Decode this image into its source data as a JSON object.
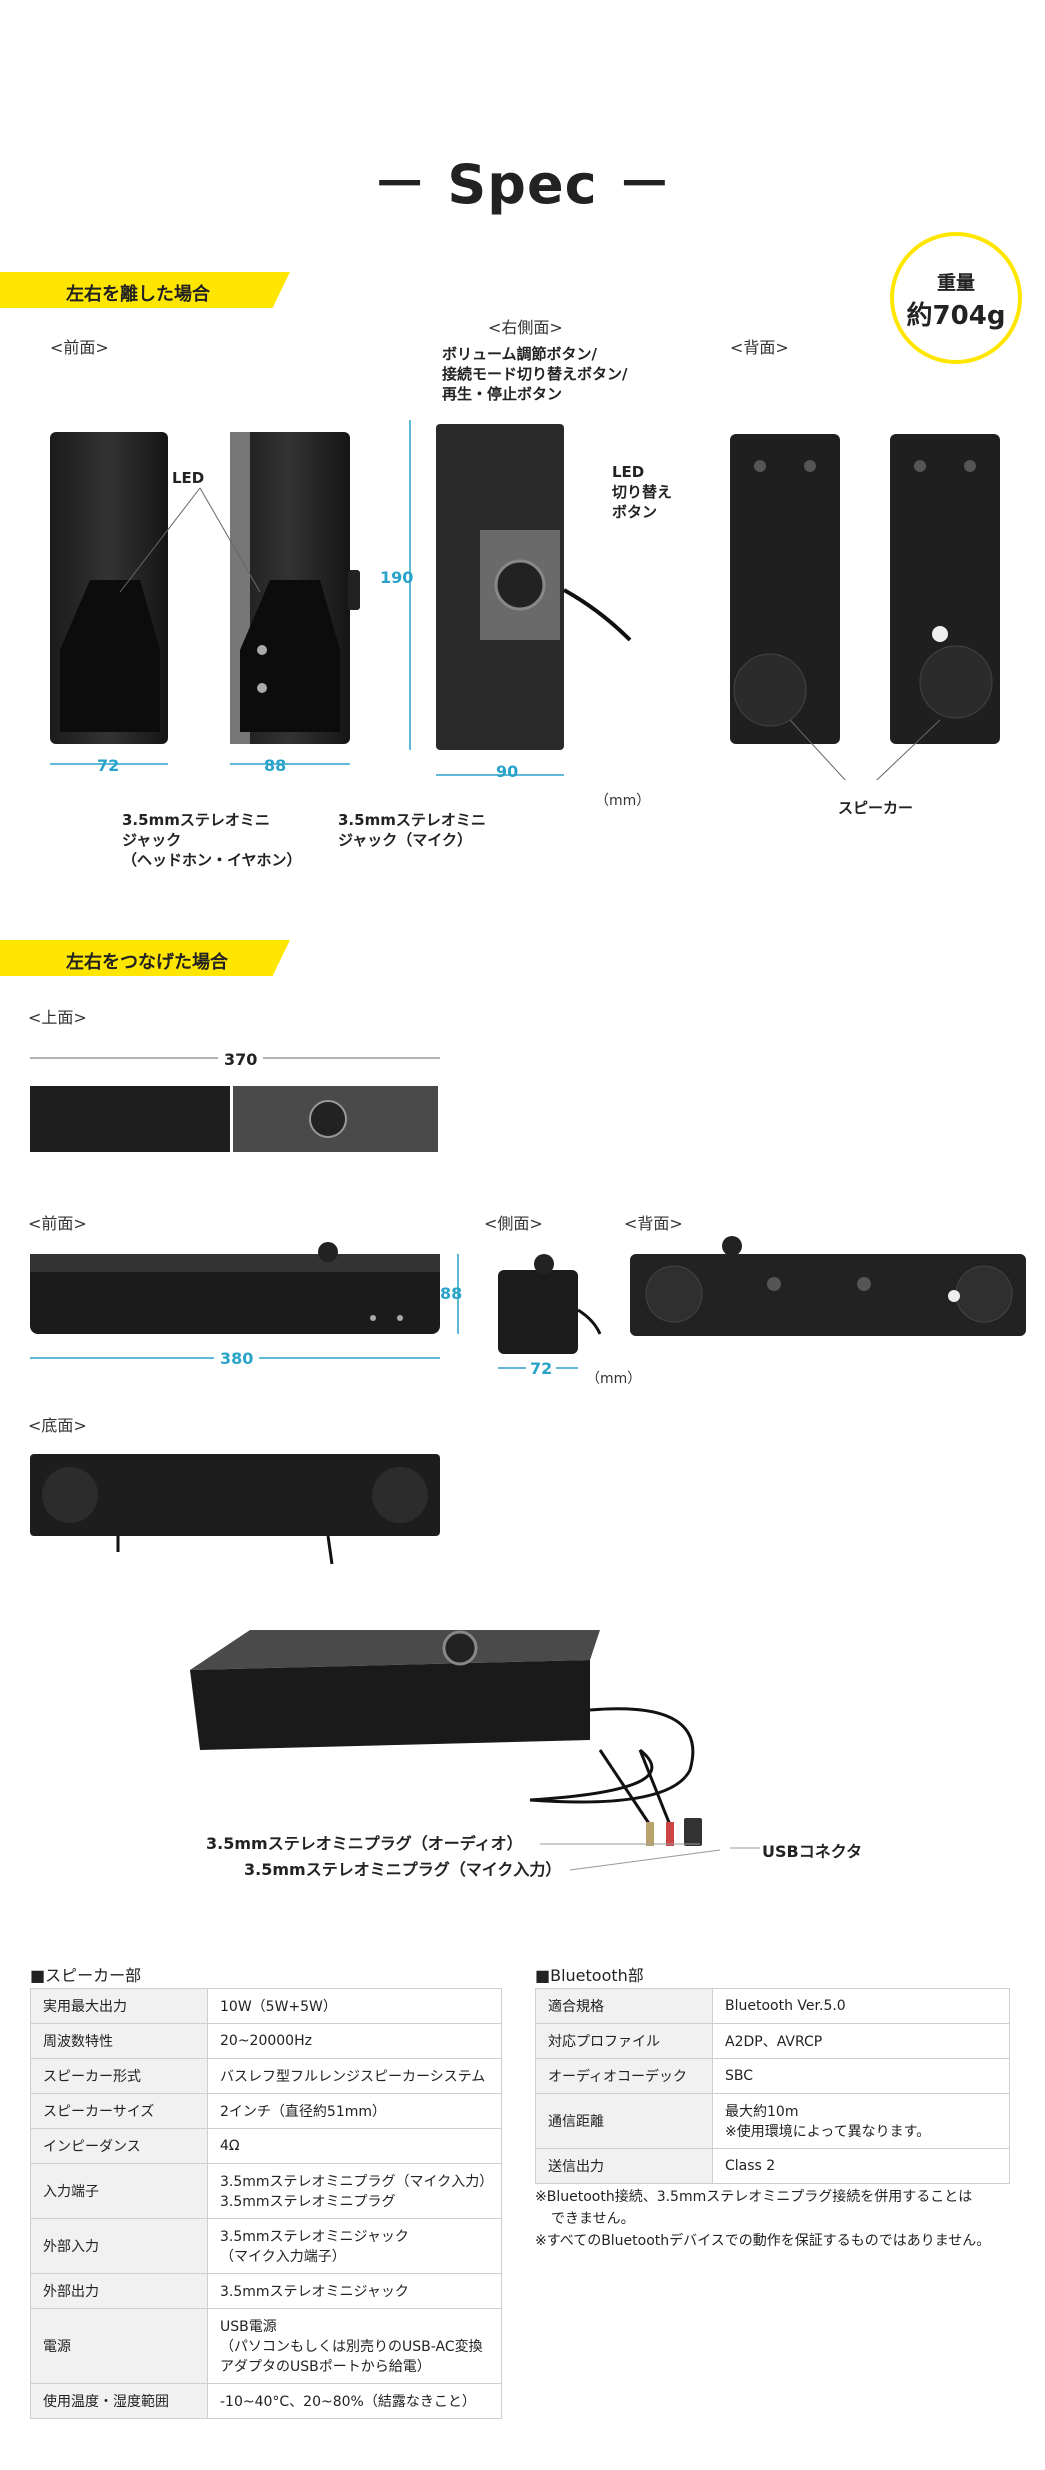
{
  "title": "－ Spec －",
  "weight": {
    "label": "重量",
    "value": "約704g"
  },
  "section_separated": {
    "banner": "左右を離した場合",
    "front": "<前面>",
    "right_side": "<右側面>",
    "back": "<背面>",
    "led_label": "LED",
    "volume_note": [
      "ボリューム調節ボタン/",
      "接続モード切り替えボタン/",
      "再生・停止ボタン"
    ],
    "led_switch_note": [
      "LED",
      "切り替え",
      "ボタン"
    ],
    "jack_headphone_note": [
      "3.5mmステレオミニ",
      "ジャック",
      "（ヘッドホン・イヤホン）"
    ],
    "jack_mic_note": [
      "3.5mmステレオミニ",
      "ジャック（マイク）"
    ],
    "speaker_note": "スピーカー",
    "dim_width_left": "72",
    "dim_width_right": "88",
    "dim_height": "190",
    "dim_depth": "90",
    "unit": "（mm）"
  },
  "section_joined": {
    "banner": "左右をつなげた場合",
    "top": "<上面>",
    "front": "<前面>",
    "side": "<側面>",
    "back": "<背面>",
    "bottom": "<底面>",
    "dim_top_width": "370",
    "dim_front_width": "380",
    "dim_front_height": "88",
    "dim_side_width": "72",
    "unit": "（mm）"
  },
  "cable_labels": {
    "audio_plug": "3.5mmステレオミニプラグ（オーディオ）",
    "mic_plug": "3.5mmステレオミニプラグ（マイク入力）",
    "usb": "USBコネクタ"
  },
  "speaker_spec": {
    "heading": "■スピーカー部",
    "rows": [
      {
        "key": "実用最大出力",
        "value": [
          "10W（5W+5W）"
        ]
      },
      {
        "key": "周波数特性",
        "value": [
          "20~20000Hz"
        ]
      },
      {
        "key": "スピーカー形式",
        "value": [
          "バスレフ型フルレンジスピーカーシステム"
        ]
      },
      {
        "key": "スピーカーサイズ",
        "value": [
          "2インチ（直径約51mm）"
        ]
      },
      {
        "key": "インピーダンス",
        "value": [
          "4Ω"
        ]
      },
      {
        "key": "入力端子",
        "value": [
          "3.5mmステレオミニプラグ（マイク入力）",
          "3.5mmステレオミニプラグ"
        ]
      },
      {
        "key": "外部入力",
        "value": [
          "3.5mmステレオミニジャック",
          "（マイク入力端子）"
        ]
      },
      {
        "key": "外部出力",
        "value": [
          "3.5mmステレオミニジャック"
        ]
      },
      {
        "key": "電源",
        "value": [
          "USB電源",
          "（パソコンもしくは別売りのUSB-AC変換",
          "アダプタのUSBポートから給電）"
        ]
      },
      {
        "key": "使用温度・湿度範囲",
        "value": [
          "-10~40°C、20~80%（結露なきこと）"
        ]
      }
    ]
  },
  "bluetooth_spec": {
    "heading": "■Bluetooth部",
    "rows": [
      {
        "key": "適合規格",
        "value": [
          "Bluetooth Ver.5.0"
        ]
      },
      {
        "key": "対応プロファイル",
        "value": [
          "A2DP、AVRCP"
        ]
      },
      {
        "key": "オーディオコーデック",
        "value": [
          "SBC"
        ]
      },
      {
        "key": "通信距離",
        "value": [
          "最大約10m",
          "※使用環境によって異なります。"
        ]
      },
      {
        "key": "送信出力",
        "value": [
          "Class 2"
        ]
      }
    ],
    "notes": [
      "※Bluetooth接続、3.5mmステレオミニプラグ接続を併用することは",
      "できません。",
      "※すべてのBluetoothデバイスでの動作を保証するものではありません。"
    ]
  }
}
